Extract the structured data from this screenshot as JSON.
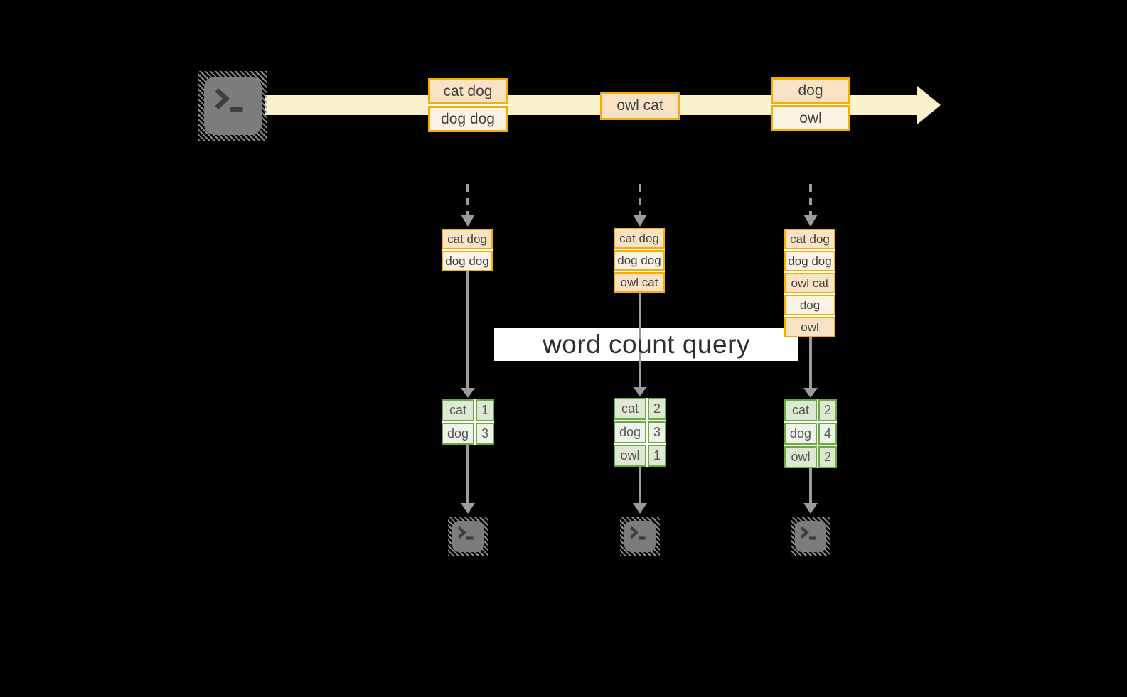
{
  "diagram": {
    "query_label": "word count query",
    "stream_events": [
      {
        "rows": [
          "cat dog",
          "dog dog"
        ]
      },
      {
        "rows": [
          "owl cat"
        ]
      },
      {
        "rows": [
          "dog",
          "owl"
        ]
      }
    ],
    "state_snapshots": [
      {
        "rows": [
          "cat dog",
          "dog dog"
        ]
      },
      {
        "rows": [
          "cat dog",
          "dog dog",
          "owl cat"
        ]
      },
      {
        "rows": [
          "cat dog",
          "dog dog",
          "owl cat",
          "dog",
          "owl"
        ]
      }
    ],
    "count_tables": [
      {
        "rows": [
          {
            "word": "cat",
            "count": "1"
          },
          {
            "word": "dog",
            "count": "3"
          }
        ]
      },
      {
        "rows": [
          {
            "word": "cat",
            "count": "2"
          },
          {
            "word": "dog",
            "count": "3"
          },
          {
            "word": "owl",
            "count": "1"
          }
        ]
      },
      {
        "rows": [
          {
            "word": "cat",
            "count": "2"
          },
          {
            "word": "dog",
            "count": "4"
          },
          {
            "word": "owl",
            "count": "2"
          }
        ]
      }
    ],
    "icons": {
      "source": "terminal-icon",
      "sinks": [
        "terminal-icon",
        "terminal-icon",
        "terminal-icon"
      ]
    },
    "colors": {
      "background": "#000000",
      "stream_band": "#FBF1CD",
      "event_border": "#F7AE00",
      "event_fill_dark": "#FAE3C5",
      "event_fill_light": "#FDF3E4",
      "table_border": "#6CA942",
      "table_fill_dark": "#DEE9D3",
      "table_fill_light": "#EFF4EA",
      "arrow_gray": "#9C9C9C",
      "terminal_gray": "#7C7C7C",
      "query_band": "#FFFFFF"
    }
  }
}
